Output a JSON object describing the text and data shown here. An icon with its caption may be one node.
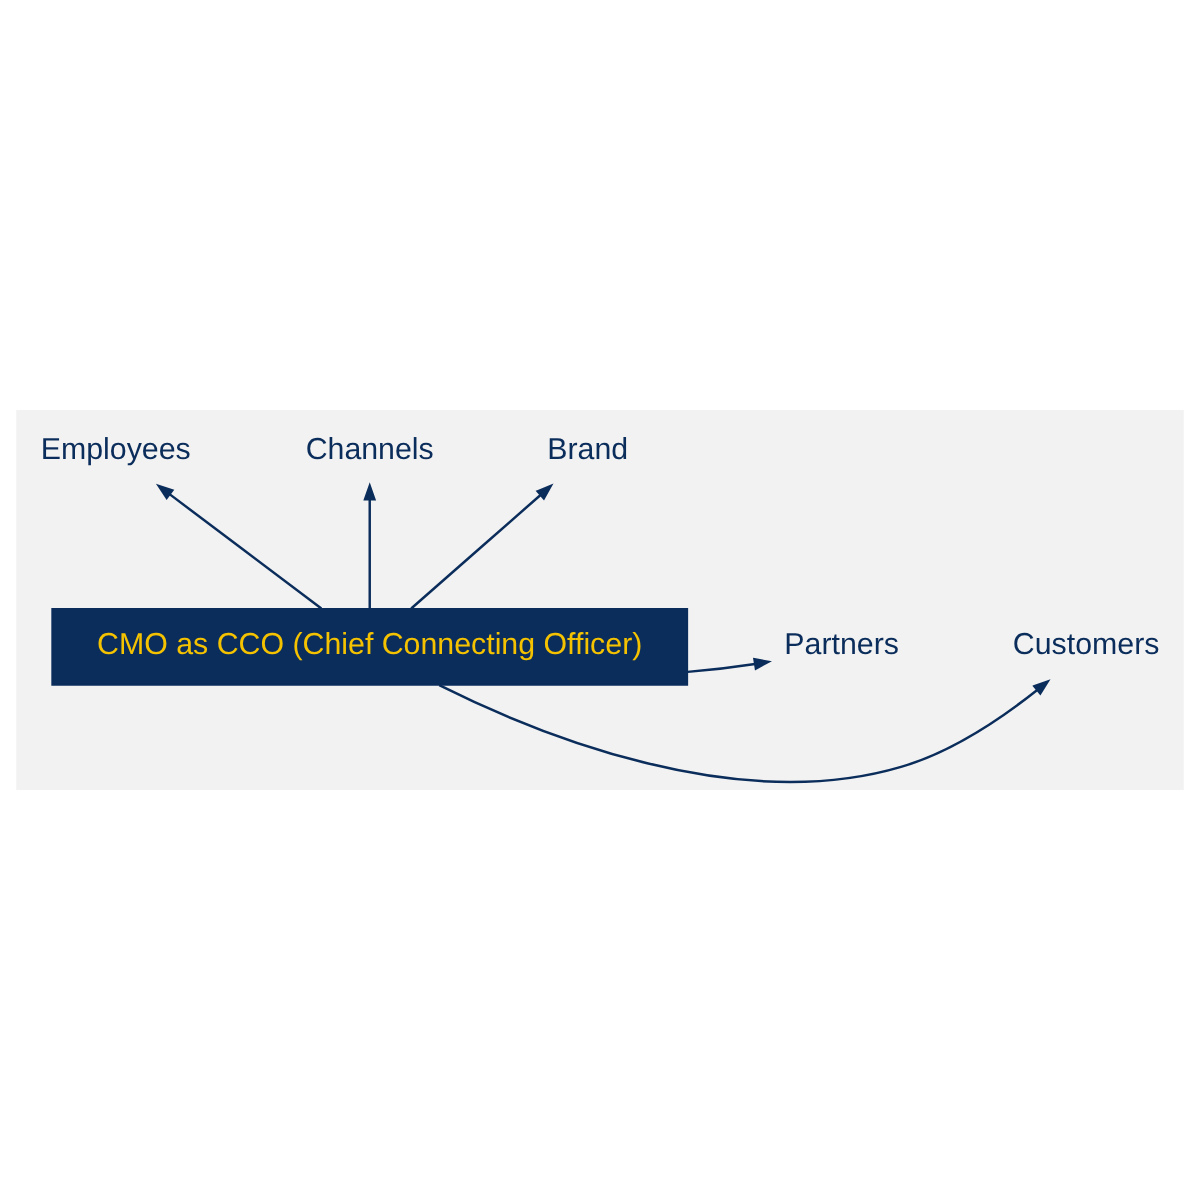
{
  "diagram": {
    "nodes": [
      {
        "text": [
          "CMO as CCO (Chief Connecting Officer)"
        ]
      },
      {
        "text": [
          "Employees"
        ]
      },
      {
        "text": [
          "Channels"
        ]
      },
      {
        "text": [
          "Brand"
        ]
      },
      {
        "text": [
          "Customers"
        ]
      },
      {
        "text": [
          "Partners"
        ]
      }
    ],
    "edges": [
      {
        "from": 0,
        "to": 1,
        "arrow": "to"
      },
      {
        "from": 0,
        "to": 2,
        "arrow": "to"
      },
      {
        "from": 0,
        "to": 3,
        "arrow": "to"
      },
      {
        "from": 0,
        "to": 4,
        "arrow": "to"
      },
      {
        "from": 0,
        "to": 5,
        "arrow": "to"
      }
    ]
  }
}
